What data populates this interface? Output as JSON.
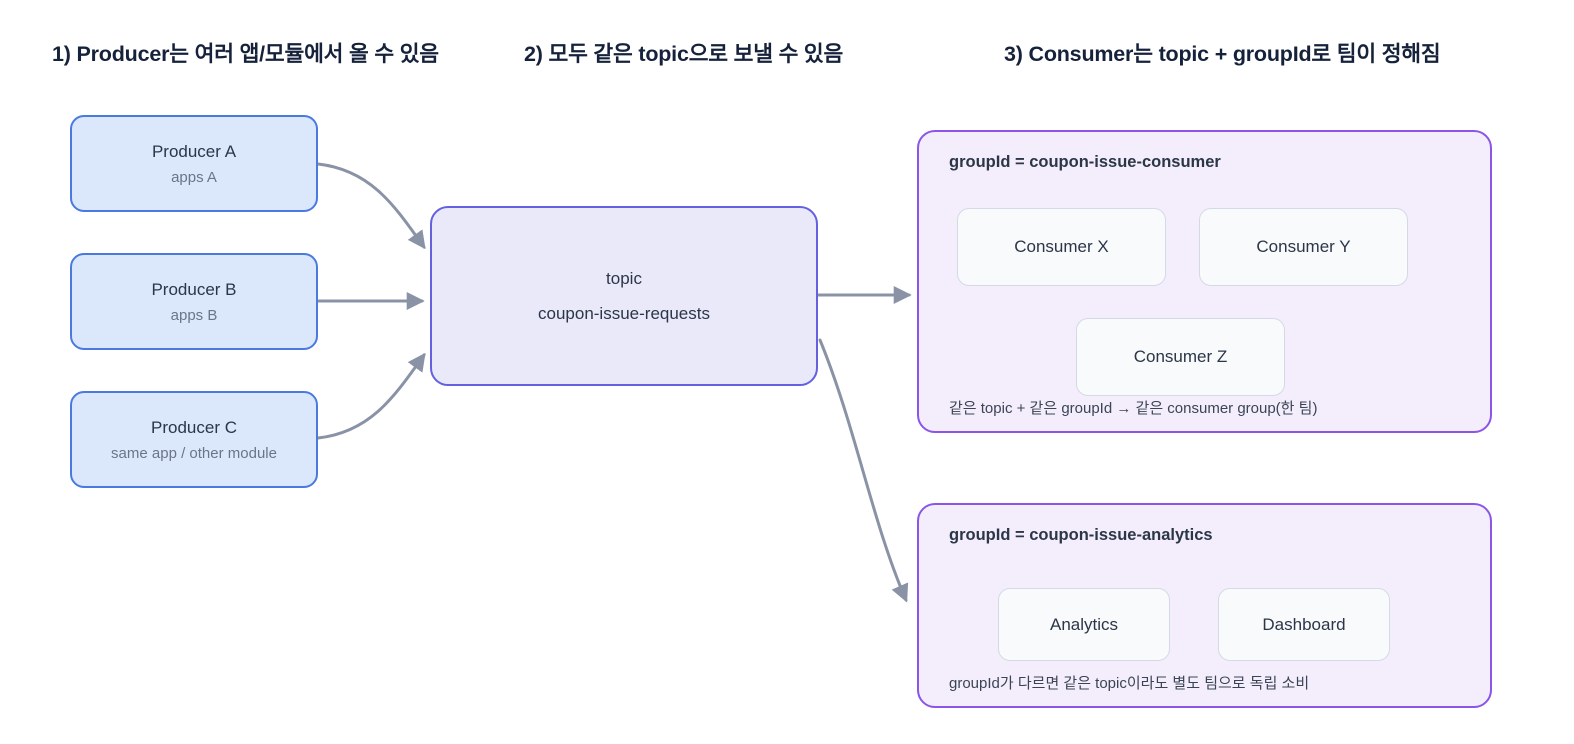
{
  "colors": {
    "edge": "#8a93a6",
    "producer-fill": "#dbe8fb",
    "producer-border": "#4a7ae0",
    "topic-fill": "#e9e9fa",
    "topic-border": "#6560dd",
    "group-fill": "#f4eefc",
    "group-border": "#8a55e8",
    "inner-fill": "#f9fafc",
    "inner-border": "#d4d9e6",
    "heading-text": "#16223b",
    "node-text": "#2b3648",
    "subtitle-text": "#6b7589",
    "note-text": "#3b4455"
  },
  "headings": {
    "h1": "1) Producer는 여러 앱/모듈에서 올 수 있음",
    "h2": "2) 모두 같은 topic으로 보낼 수 있음",
    "h3": "3) Consumer는 topic + groupId로 팀이 정해짐"
  },
  "producers": [
    {
      "title": "Producer A",
      "subtitle": "apps A"
    },
    {
      "title": "Producer B",
      "subtitle": "apps B"
    },
    {
      "title": "Producer C",
      "subtitle": "same app / other module"
    }
  ],
  "topic": {
    "label": "topic",
    "name": "coupon-issue-requests"
  },
  "groups": [
    {
      "header": "groupId = coupon-issue-consumer",
      "consumers": [
        "Consumer X",
        "Consumer Y",
        "Consumer Z"
      ],
      "note": "같은 topic + 같은 groupId → 같은 consumer group(한 팀)"
    },
    {
      "header": "groupId = coupon-issue-analytics",
      "consumers": [
        "Analytics",
        "Dashboard"
      ],
      "note": "groupId가 다르면 같은 topic이라도 별도 팀으로 독립 소비"
    }
  ]
}
